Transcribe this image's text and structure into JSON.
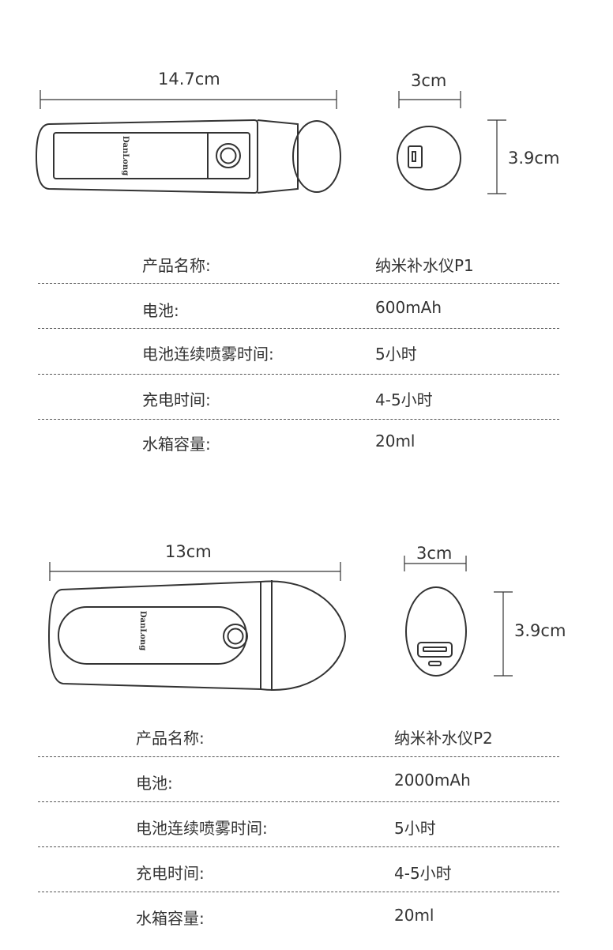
{
  "colors": {
    "stroke": "#333333",
    "text": "#333333",
    "background": "#ffffff"
  },
  "products": [
    {
      "dims": {
        "length": "14.7cm",
        "width": "3cm",
        "height": "3.9cm"
      },
      "brand": "DanLong",
      "specs": [
        {
          "label": "产品名称:",
          "value": "纳米补水仪P1"
        },
        {
          "label": "电池:",
          "value": "600mAh"
        },
        {
          "label": "电池连续喷雾时间:",
          "value": "5小时"
        },
        {
          "label": "充电时间:",
          "value": "4-5小时"
        },
        {
          "label": "水箱容量:",
          "value": "20ml"
        }
      ]
    },
    {
      "dims": {
        "length": "13cm",
        "width": "3cm",
        "height": "3.9cm"
      },
      "brand": "DanLong",
      "specs": [
        {
          "label": "产品名称:",
          "value": "纳米补水仪P2"
        },
        {
          "label": "电池:",
          "value": "2000mAh"
        },
        {
          "label": "电池连续喷雾时间:",
          "value": "5小时"
        },
        {
          "label": "充电时间:",
          "value": "4-5小时"
        },
        {
          "label": "水箱容量:",
          "value": "20ml"
        }
      ]
    }
  ]
}
